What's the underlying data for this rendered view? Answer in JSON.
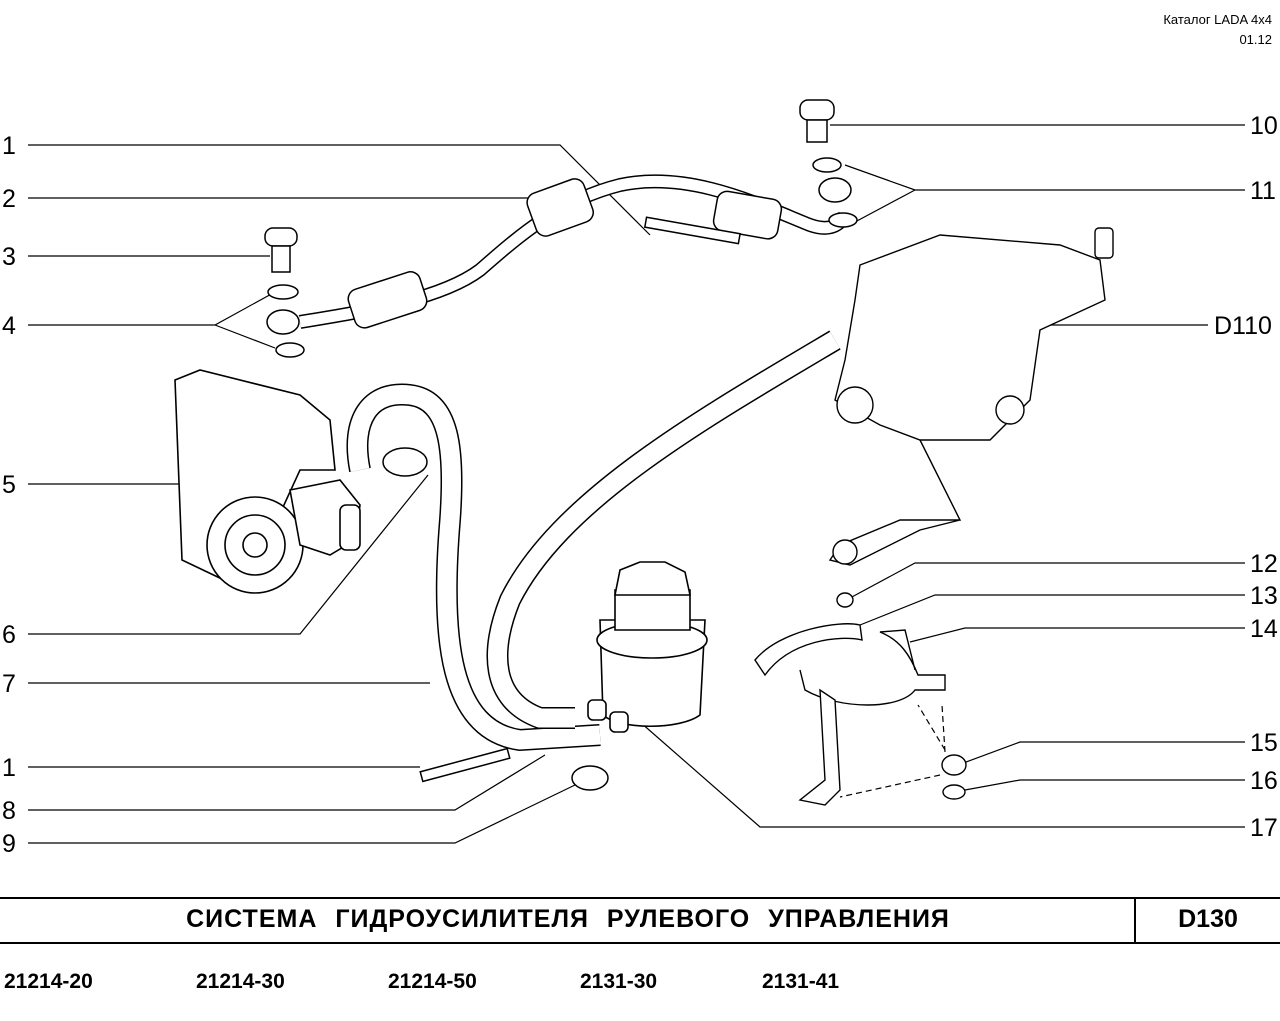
{
  "header": {
    "catalog": "Каталог  LADA  4x4",
    "date": "01.12"
  },
  "callouts": [
    "1",
    "2",
    "3",
    "4",
    "5",
    "6",
    "7",
    "1",
    "8",
    "9",
    "10",
    "11",
    "D110",
    "12",
    "13",
    "14",
    "15",
    "16",
    "17"
  ],
  "footer": {
    "title": "СИСТЕМА  ГИДРОУСИЛИТЕЛЯ  РУЛЕВОГО  УПРАВЛЕНИЯ",
    "code": "D130",
    "models": [
      "21214-20",
      "21214-30",
      "21214-50",
      "2131-30",
      "2131-41"
    ]
  }
}
